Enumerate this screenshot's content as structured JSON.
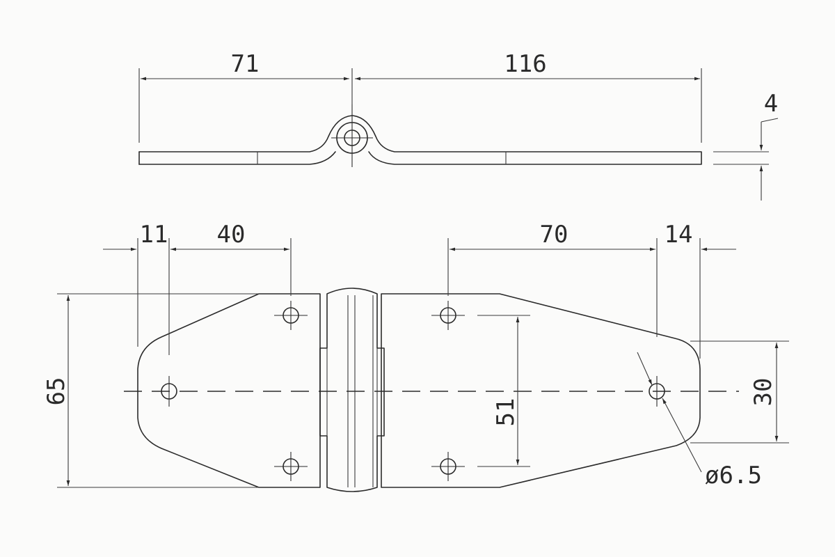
{
  "side_view": {
    "dim_left": "71",
    "dim_right": "116",
    "dim_thickness": "4"
  },
  "plan_view": {
    "dim_edge_to_hole": "11",
    "dim_hole_to_row": "40",
    "dim_row_to_hole": "70",
    "dim_hole_to_edge": "14",
    "dim_overall_height": "65",
    "dim_hole_spacing": "51",
    "dim_tip_height": "30",
    "dim_hole_diameter": "ø6.5"
  },
  "colors": {
    "line": "#2a2a2a",
    "paper": "#fbfbfa"
  }
}
